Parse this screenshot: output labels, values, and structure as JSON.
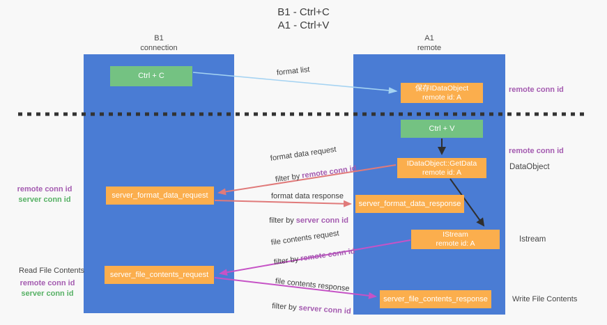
{
  "title": {
    "line1": "B1 - Ctrl+C",
    "line2": "A1 - Ctrl+V"
  },
  "lanes": {
    "b1": {
      "name": "B1",
      "role": "connection"
    },
    "a1": {
      "name": "A1",
      "role": "remote"
    }
  },
  "nodes": {
    "ctrl_c": {
      "label": "Ctrl + C"
    },
    "save_idataobject": {
      "line1": "保存IDataObject",
      "line2": "remote id: A"
    },
    "ctrl_v": {
      "label": "Ctrl + V"
    },
    "getdata": {
      "line1": "IDataObject::GetData",
      "line2": "remote id: A"
    },
    "format_request": {
      "label": "server_format_data_request"
    },
    "format_response": {
      "label": "server_format_data_response"
    },
    "istream": {
      "line1": "IStream",
      "line2": "remote id: A"
    },
    "file_request": {
      "label": "server_file_contents_request"
    },
    "file_response": {
      "label": "server_file_contents_response"
    }
  },
  "edges": {
    "format_list": "format list",
    "format_data_request": "format data request",
    "format_data_response": "format data response",
    "file_contents_request": "file contents request",
    "file_contents_response": "file contents response",
    "filter_by": "filter by ",
    "remote_conn_id": "remote conn id",
    "server_conn_id": "server conn id"
  },
  "annotations": {
    "remote_conn_id_top": "remote conn id",
    "remote_conn_id_dataobject": "remote conn id",
    "dataobject": "DataObject",
    "b1_remote_conn_id": "remote conn id",
    "b1_server_conn_id": "server conn id",
    "istream": "Istream",
    "read_file_contents": "Read File Contents",
    "b1_remote_conn_id_2": "remote conn id",
    "b1_server_conn_id_2": "server conn id",
    "write_file_contents": "Write File Contents"
  },
  "colors": {
    "lane_blue": "#4a7cd4",
    "node_orange": "#fbae4d",
    "node_green": "#74c282",
    "arrow_salmon": "#e07a7a",
    "arrow_magenta": "#c653c6",
    "arrow_light_blue": "#a5d3f2",
    "arrow_black": "#2f2f2f",
    "id_purple": "#a45bb0",
    "id_green": "#57b165",
    "dashed_line": "#333333"
  }
}
